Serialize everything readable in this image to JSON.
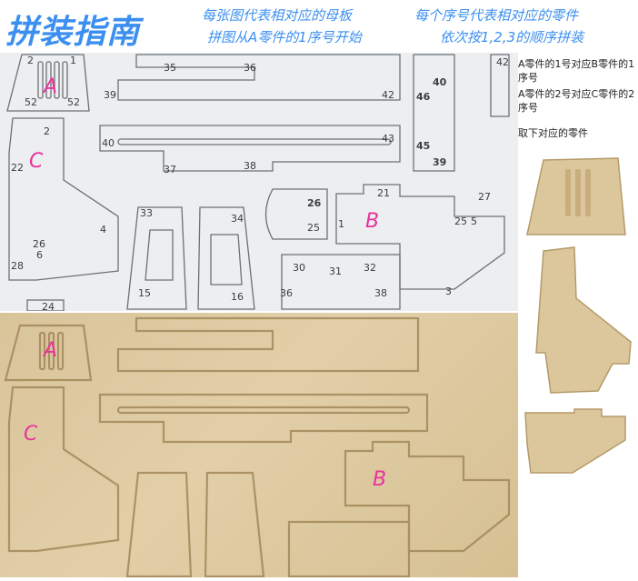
{
  "header": {
    "title": "拼装指南",
    "line1_left": "每张图代表相对应的母板",
    "line1_right": "每个序号代表相对应的零件",
    "line2_left": "拼图从A零件的1序号开始",
    "line2_right": "依次按1,2,3的顺序拼装"
  },
  "side_notes": {
    "note1": "A零件的1号对应B零件的1序号",
    "note2": "A零件的2号对应C零件的2序号",
    "note3": "取下对应的零件"
  },
  "part_letters": {
    "a": "A",
    "b": "B",
    "c": "C"
  },
  "diagram_numbers": {
    "n2": "2",
    "n1": "1",
    "n52a": "52",
    "n52b": "52",
    "n35": "35",
    "n36": "36",
    "n39": "39",
    "n42": "42",
    "n40": "40",
    "n46": "46",
    "n42b": "42",
    "n43": "43",
    "n37": "37",
    "n38": "38",
    "n45": "45",
    "n39b": "39",
    "n2c": "2",
    "n22": "22",
    "n26": "26",
    "n25": "25",
    "n21": "21",
    "n27": "27",
    "n25b": "25",
    "n5": "5",
    "n1b": "1",
    "n33": "33",
    "n34": "34",
    "n4": "4",
    "n26c": "26",
    "n6": "6",
    "n28": "28",
    "n24": "24",
    "n15": "15",
    "n16": "16",
    "n30": "30",
    "n31": "31",
    "n32": "32",
    "n36b": "36",
    "n38b": "38",
    "n3": "3"
  },
  "colors": {
    "title": "#3b8ff0",
    "letters": "#e8339c",
    "wood": "#dcc79d",
    "diagram_bg": "#eceef0"
  }
}
